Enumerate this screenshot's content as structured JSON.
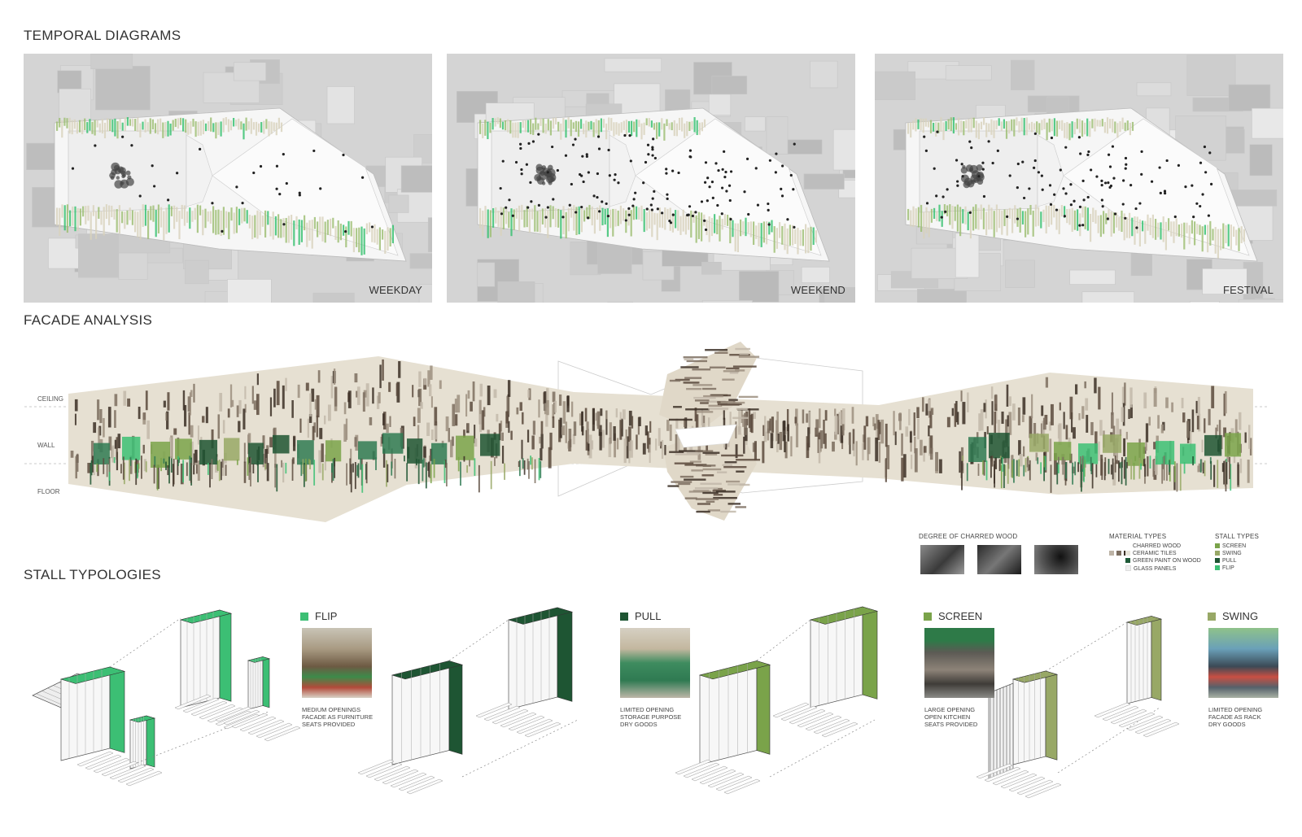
{
  "sections": {
    "temporal": "TEMPORAL DIAGRAMS",
    "facade": "FACADE ANALYSIS",
    "stall": "STALL TYPOLOGIES"
  },
  "panels": [
    {
      "label": "WEEKDAY"
    },
    {
      "label": "WEEKEND"
    },
    {
      "label": "FESTIVAL"
    }
  ],
  "facade": {
    "levels": {
      "ceiling": "CEILING",
      "wall": "WALL",
      "floor": "FLOOR"
    }
  },
  "legend": {
    "charred_title": "DEGREE OF CHARRED WOOD",
    "material_title": "MATERIAL TYPES",
    "materials": [
      {
        "label": "CHARRED WOOD",
        "color": "#3b2f26"
      },
      {
        "label": "CERAMIC TILES",
        "color": "#e8e4da"
      },
      {
        "label": "GREEN PAINT ON WOOD",
        "color": "#1f5a38"
      },
      {
        "label": "GLASS PANELS",
        "color": "#efefef"
      }
    ],
    "stall_title": "STALL TYPES",
    "stalls": [
      {
        "label": "SCREEN",
        "color": "#7aa34a"
      },
      {
        "label": "SWING",
        "color": "#98a866"
      },
      {
        "label": "PULL",
        "color": "#1e5533"
      },
      {
        "label": "FLIP",
        "color": "#3cbf74"
      }
    ]
  },
  "stall_types": [
    {
      "name": "FLIP",
      "color": "#3cbf74",
      "desc": [
        "MEDIUM OPENINGS",
        "FACADE AS FURNITURE",
        "SEATS PROVIDED"
      ]
    },
    {
      "name": "PULL",
      "color": "#1e5533",
      "desc": [
        "LIMITED OPENING",
        "STORAGE PURPOSE",
        "DRY GOODS"
      ]
    },
    {
      "name": "SCREEN",
      "color": "#7aa34a",
      "desc": [
        "LARGE OPENING",
        "OPEN KITCHEN",
        "SEATS PROVIDED"
      ]
    },
    {
      "name": "SWING",
      "color": "#98a866",
      "desc": [
        "LIMITED OPENING",
        "FACADE AS RACK",
        "DRY GOODS"
      ]
    }
  ]
}
